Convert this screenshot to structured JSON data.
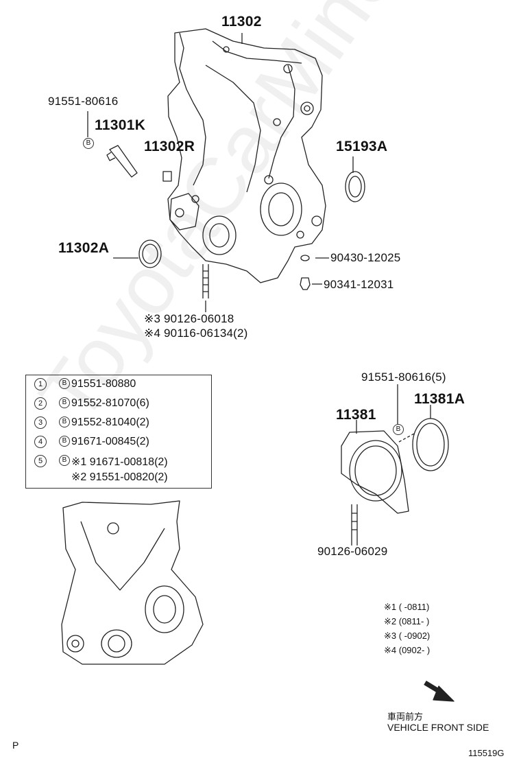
{
  "watermark": "ToyotaCarMine.ru",
  "parts": {
    "p11302": "11302",
    "p91551_80616": "91551-80616",
    "p11301K": "11301K",
    "p11302R": "11302R",
    "p15193A": "15193A",
    "p11302A": "11302A",
    "p90430": "90430-12025",
    "p90341": "90341-12031",
    "p90126_06018": "※3 90126-06018",
    "p90116": "※4 90116-06134(2)",
    "p91551_80616_5": "91551-80616(5)",
    "p11381": "11381",
    "p11381A": "11381A",
    "p90126_06029": "90126-06029"
  },
  "badge_letter": "B",
  "legend": {
    "rows": [
      {
        "num": "1",
        "text": "91551-80880"
      },
      {
        "num": "2",
        "text": "91552-81070(6)"
      },
      {
        "num": "3",
        "text": "91552-81040(2)"
      },
      {
        "num": "4",
        "text": "91671-00845(2)"
      },
      {
        "num": "5",
        "text": "※1 91671-00818(2)",
        "text2": "※2 91551-00820(2)"
      }
    ]
  },
  "notes": [
    "※1 (      -0811)",
    "※2 (0811-      )",
    "※3 (      -0902)",
    "※4 (0902-      )"
  ],
  "direction": {
    "jp": "車両前方",
    "en": "VEHICLE FRONT SIDE"
  },
  "footer_left": "P",
  "footer_right": "115519G"
}
